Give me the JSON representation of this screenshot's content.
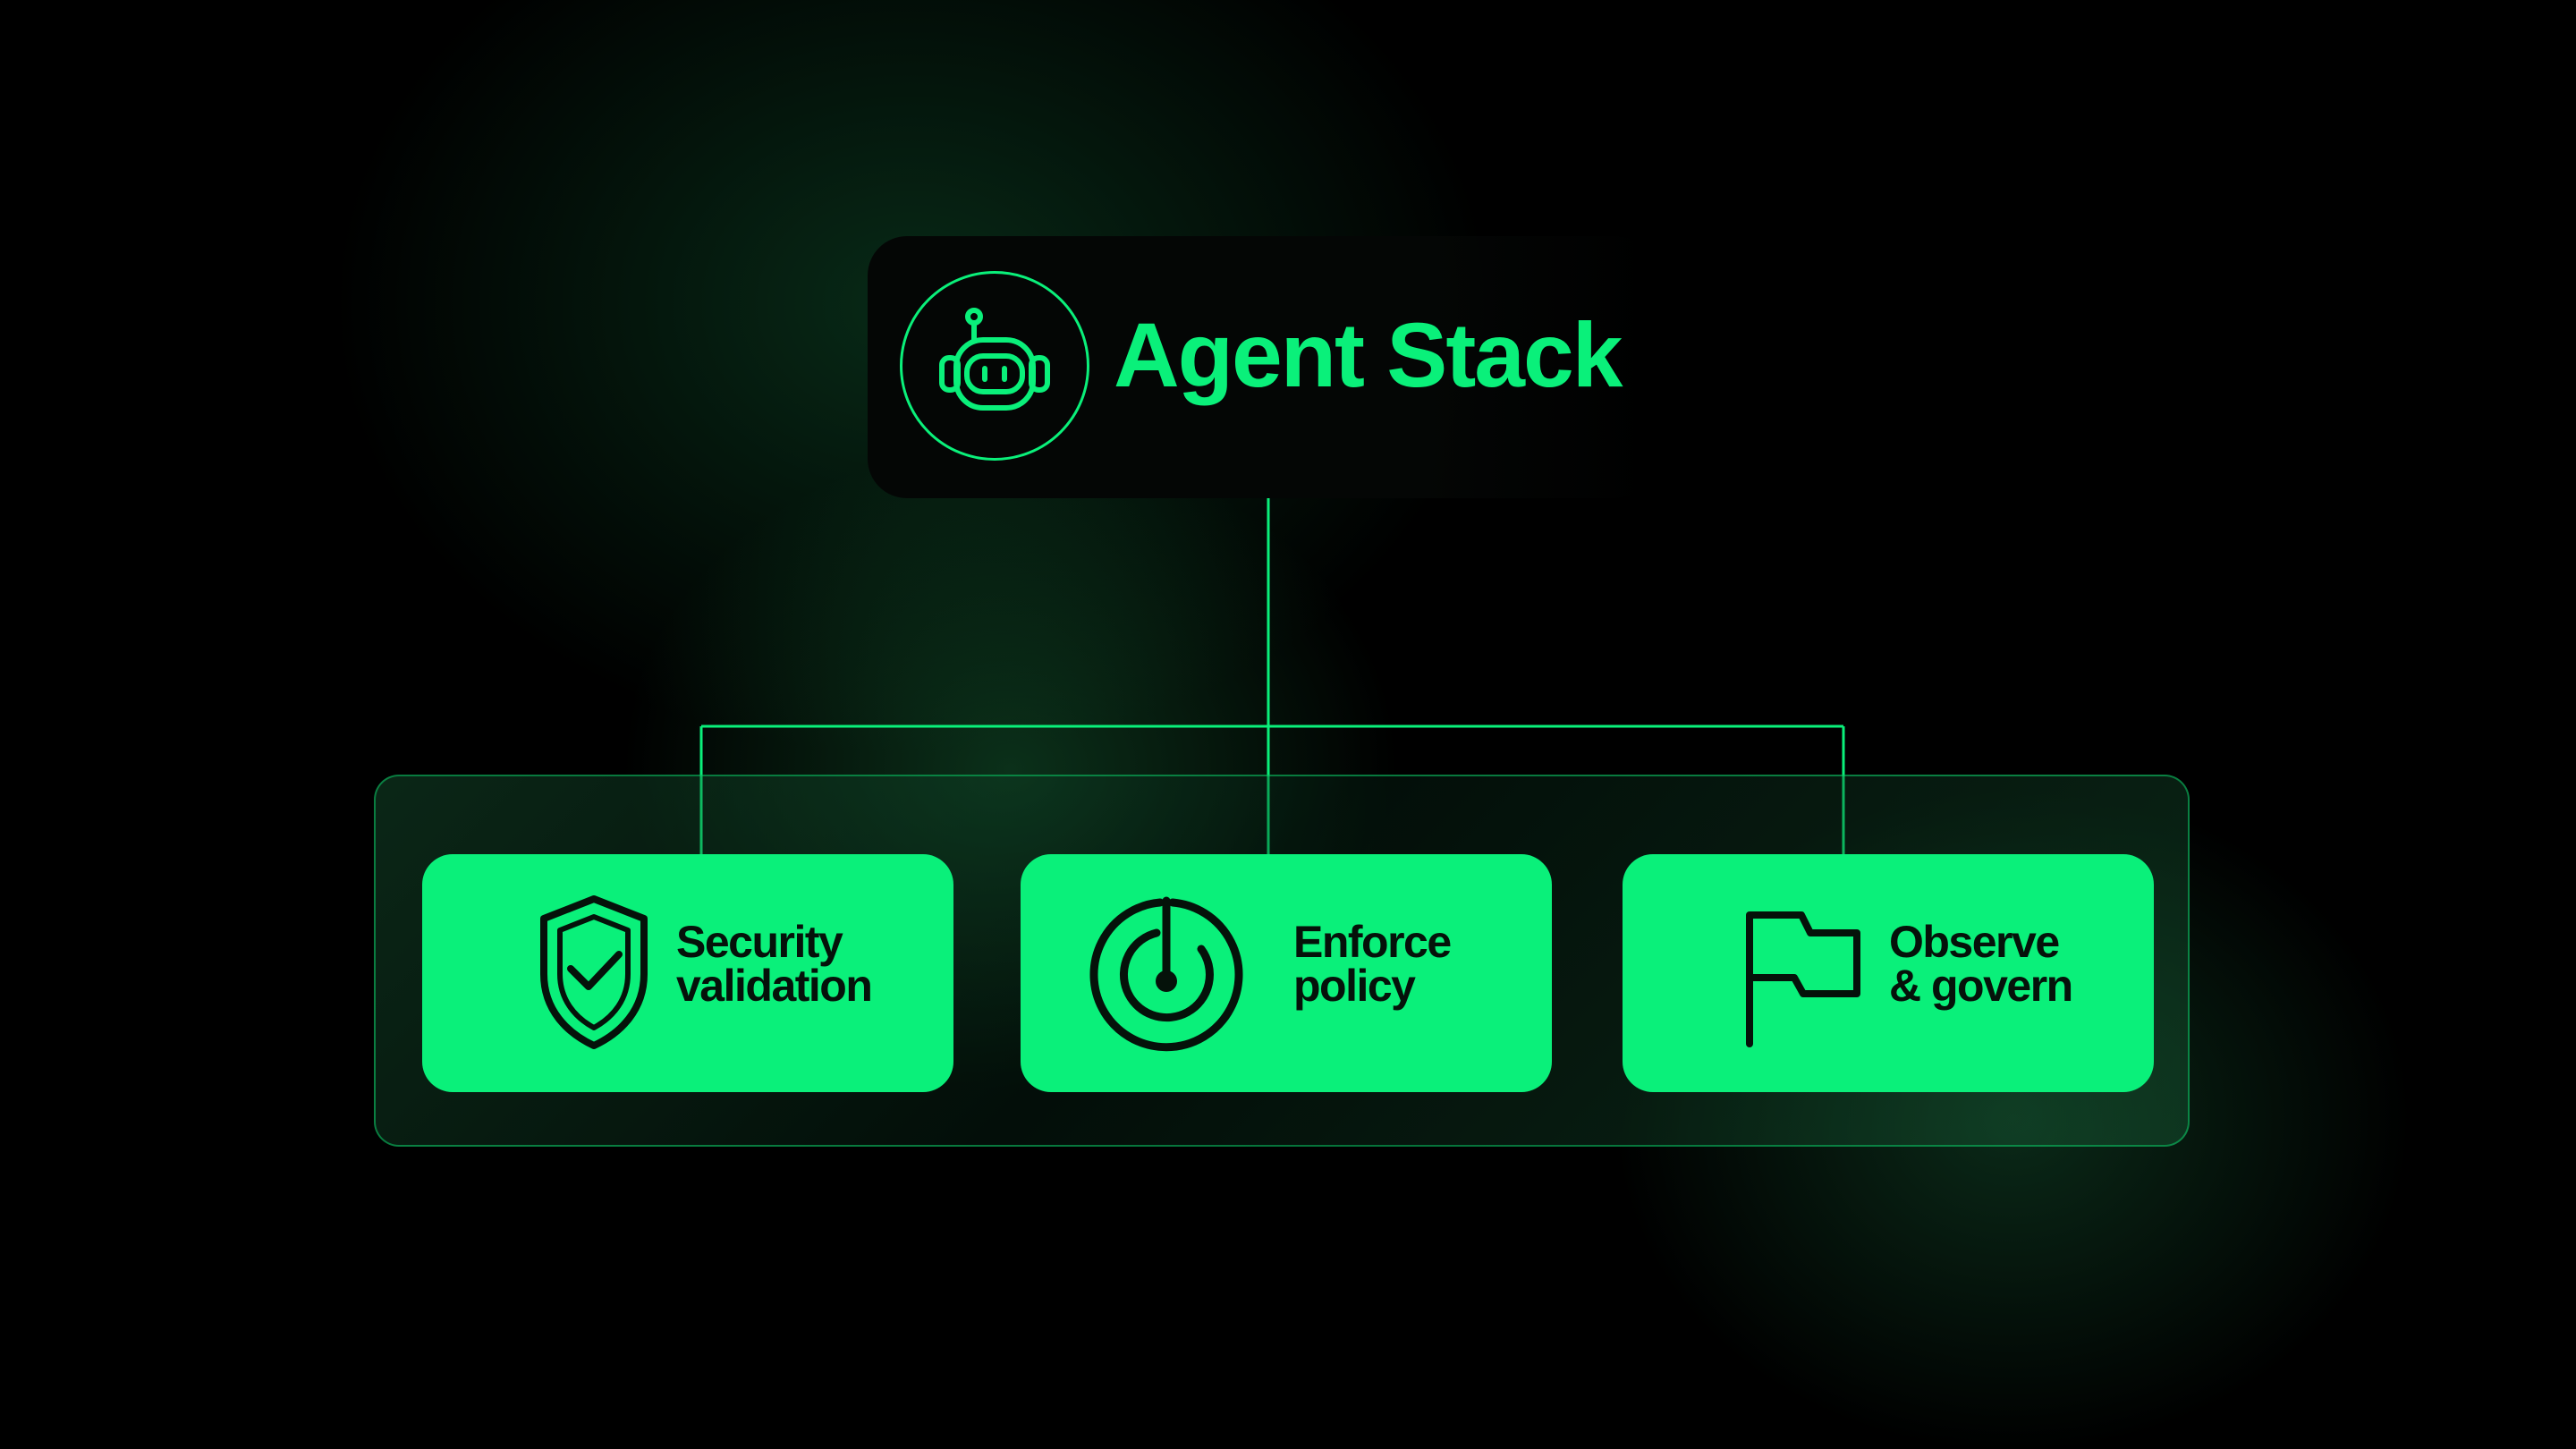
{
  "root": {
    "title": "Agent Stack",
    "icon": "robot-icon"
  },
  "children": [
    {
      "line1": "Security",
      "line2": "validation",
      "icon": "shield-check-icon"
    },
    {
      "line1": "Enforce",
      "line2": "policy",
      "icon": "target-power-icon"
    },
    {
      "line1": "Observe",
      "line2": "& govern",
      "icon": "flag-icon"
    }
  ],
  "colors": {
    "accent": "#0af07a",
    "background": "#000000",
    "text_dark": "#05120a"
  }
}
